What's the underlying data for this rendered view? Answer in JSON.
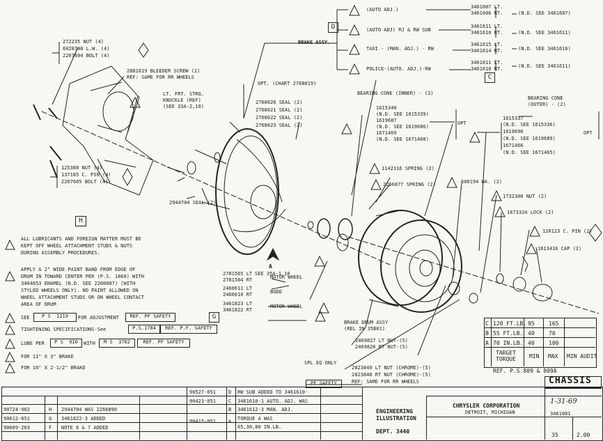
{
  "callouts": {
    "auto_adj": {
      "label": "(AUTO ADJ.)",
      "lt": "3461607 LT.",
      "rt": "3461606 RT.",
      "note": "(N.D. SEE 3461607)"
    },
    "auto_adj_rj": {
      "label": "(AUTO ADJ) RJ & RW SUB",
      "lt": "3461611 LT.",
      "rt": "3461610 RT.",
      "note": "(N.D. SEE 3461611)"
    },
    "taxi": {
      "label": "TAXI - (MAN. ADJ.) - RW",
      "lt": "3461615 LT.",
      "rt": "3461614 RT.",
      "note": "(N.D. SEE 3461616)"
    },
    "police": {
      "label": "POLICE-(AUTO. ADJ.)-RW",
      "lt": "3461611 LT.",
      "rt": "3461610 RT.",
      "note": "(N.D. SEE 3461611)"
    },
    "brake_assy": "BRAKE ASSY.",
    "nut": "272235 NUT (4)",
    "lw": "6028748 L.W. (4)",
    "bolt": "2207604 BOLT (4)",
    "bleeder": "2881619 BLEEDER SCREW (2)",
    "bleeder_ref": "REF: SAME FOR RR WHEELS",
    "knuckle1": "LT. FRT. STRG.",
    "knuckle2": "KNUCKLE (REF)",
    "knuckle3": "(SEE 33A-2,10)",
    "opt_chart": "OPT. (CHART 2768019)",
    "seals": [
      "2768020 SEAL (2)",
      "2768021 SEAL (2)",
      "2768022 SEAL (2)",
      "2768023 SEAL (2)"
    ],
    "bearing_inner": "BEARING CONE (INNER) - (2)",
    "inner_parts": [
      "1615340",
      "(N.D. SEE 1615339)",
      "1619687",
      "(N.D. SEE 1619686)",
      "1671469",
      "(N.D. SEE 1671468)"
    ],
    "opt": "OPT",
    "bearing_outer1": "BEARING CONE",
    "bearing_outer2": "(OUTER) - (2)",
    "outer_parts": [
      "1615337",
      "(N.D. SEE 1615336)",
      "1619690",
      "(N.D. SEE 1619689)",
      "1671466",
      "(N.D. SEE 1671465)"
    ],
    "spring1": "1142316 SPRING (2)",
    "spring2": "2266877 SPRING (2)",
    "wa": "600194 WA. (2)",
    "nut2": "1732300 NUT (2)",
    "lock": "1673324 LOCK (2)",
    "cpin": "120123 C. PIN (2)",
    "cap": "1613416 CAP (2)",
    "nut3": "125388 NUT (4)",
    "cpin4": "137185 C. PIN (4)",
    "bolt4": "2207605 BOLT (4)",
    "seal2": "2944704 SEAL (2)",
    "see": "SEE 35A-1,10",
    "letter_a": "A",
    "letter_d": "D",
    "letter_c": "C",
    "letter_h": "H",
    "letter_g": "G",
    "motor_wheel": "MOTOR WHEEL",
    "budd": "BUDD",
    "motor_wheel2": "MOTOR WHEEL",
    "drum_parts": [
      "2781565 LT",
      "2781564 RT",
      "2460611 LT",
      "2460610 RT",
      "3461823 LT",
      "3461822 RT"
    ],
    "drum_assy1": "BRAKE DRUM ASSY",
    "drum_assy2": "(REL IN 35B01)",
    "lt_nut": "2469827 LT NUT-(5)",
    "rt_nut": "2469826 RT NUT-(5)",
    "spl_eq": "SPL EQ ONLY",
    "chrome_lt": "2823849 LT NUT (CHROME)-(5)",
    "chrome_rt": "2823848 RT NUT (CHROME)-(5)",
    "chrome_ref": "REF: SAME FOR RR WHEELS"
  },
  "notes": {
    "n7": [
      "ALL LUBRICANTS AND FOREIGN MATTER MUST BE",
      "KEPT OFF WHEEL ATTACHMENT STUDS & NUTS",
      "DURING ASSEMBLY PROCEDURES."
    ],
    "n6": [
      "APPLY A 2\" WIDE PAINT BAND FROM EDGE OF",
      "DRUM IN TOWARD CENTER PER (P.S. 1860) WITH",
      "3404653 ENAMEL (N.D. SEE 2200087) (WITH",
      "STYLED WHEELS ONLY). NO PAINT ALLOWED ON",
      "WHEEL ATTACHMENT STUDS OR ON WHEEL CONTACT",
      "AREA OF DRUM"
    ],
    "n5_label": "SEE",
    "n5_ps": "P S  1219",
    "n5_text": "FOR ADJUSTMENT",
    "n5_ref": "REF. PF SAFETY",
    "n4_label": "TIGHTENING SPECIFICATIONS-See",
    "n4_ps": "P.S.1784",
    "n4_ref": "REF. P.F. SAFETY",
    "n3_label": "LUBE PER",
    "n3_ps": "P S  916",
    "n3_with": "WITH",
    "n3_ms": "M S  3702",
    "n3_ref": "REF. PF SAFETY",
    "n2": "FOR 11\" X 3\" BRAKE",
    "n1": "FOR 10\" X 2-1/2\" BRAKE"
  },
  "torque_table": {
    "rows": [
      {
        "id": "C",
        "spec": "120 FT.LB.",
        "min": "95",
        "max": "165"
      },
      {
        "id": "B",
        "spec": "55 FT.LB.",
        "min": "40",
        "max": "70"
      },
      {
        "id": "A",
        "spec": "70 IN.LB.",
        "min": "40",
        "max": "100"
      }
    ],
    "target": "TARGET",
    "torque": "TORQUE",
    "min": "MIN",
    "max": "MAX",
    "audit": "MIN AUDIT",
    "ref": "REF. P.S.809 & 809A"
  },
  "title_block": {
    "chassis": "CHASSIS",
    "eng1": "ENGINEERING",
    "eng2": "ILLUSTRATION",
    "dept": "DEPT. 3440",
    "corp": "CHRYSLER CORPORATION",
    "city": "DETROIT, MICHIGAN",
    "date": "1-31-69",
    "number": "3461001",
    "sheet": "2.00",
    "section": "35",
    "pf_safety": "PF SAFETY"
  },
  "revisions": [
    {
      "a": "",
      "b": "",
      "c": "",
      "d": "90527-051",
      "e": "D",
      "f": "RW SUB ADDED TO 3461610-"
    },
    {
      "a": "",
      "b": "",
      "c": "",
      "d": "90423-051",
      "e": "C",
      "f": "3461610-1 AUTO. ADJ. WAS"
    },
    {
      "a": "90724-902",
      "b": "H",
      "c": "2944704 WAS 2266890",
      "d": "",
      "e": "B",
      "f": "3461612-3 MAN. ADJ."
    },
    {
      "a": "90612-051",
      "b": "G",
      "c": "3461822-3 ADDED",
      "d": "90415-051",
      "e": "A",
      "f": "TORQUE A WAS"
    },
    {
      "a": "90609-203",
      "b": "F",
      "c": "NOTE 6 & 7 ADDED",
      "d": "",
      "e": "",
      "f": "65,30,80 IN.LB."
    }
  ]
}
